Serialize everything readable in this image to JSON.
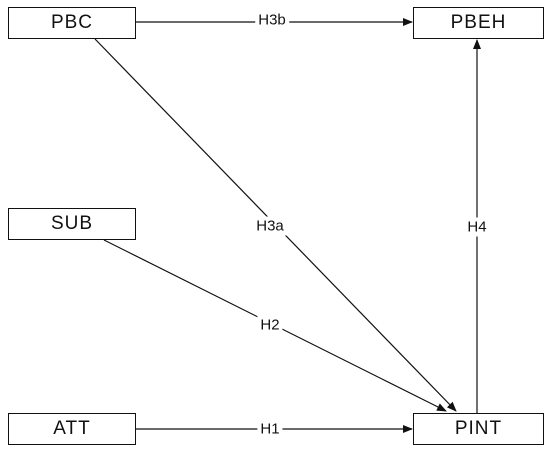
{
  "diagram": {
    "nodes": {
      "pbc": "PBC",
      "pbeh": "PBEH",
      "sub": "SUB",
      "att": "ATT",
      "pint": "PINT"
    },
    "edges": [
      {
        "from": "PBC",
        "to": "PBEH",
        "label": "H3b"
      },
      {
        "from": "PBC",
        "to": "PINT",
        "label": "H3a"
      },
      {
        "from": "PINT",
        "to": "PBEH",
        "label": "H4"
      },
      {
        "from": "SUB",
        "to": "PINT",
        "label": "H2"
      },
      {
        "from": "ATT",
        "to": "PINT",
        "label": "H1"
      }
    ],
    "colors": {
      "line": "#111111",
      "background": "#ffffff"
    }
  }
}
